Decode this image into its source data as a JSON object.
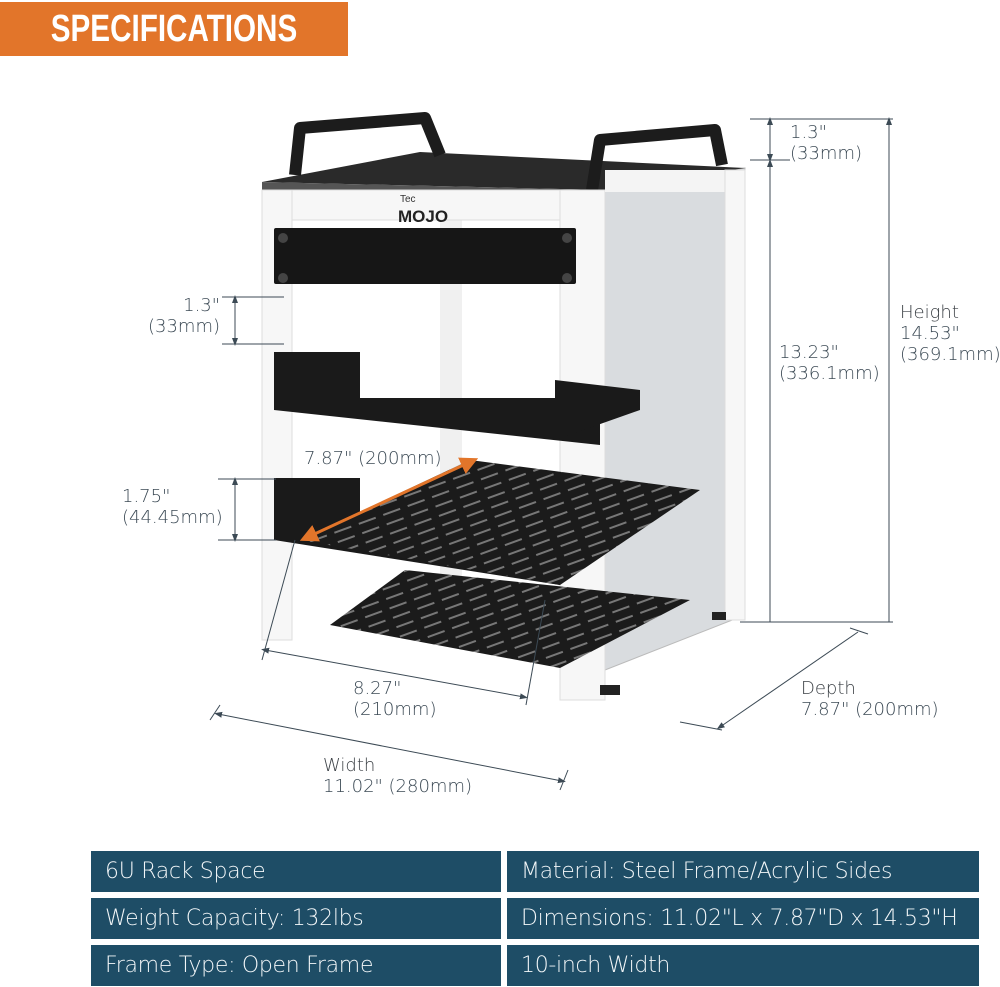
{
  "banner": {
    "title": "SPECIFICATIONS",
    "color": "#e2752a"
  },
  "product": {
    "brand_small": "Tec",
    "brand_large": "MOJO"
  },
  "dimensions": {
    "top_handle": {
      "inch": "1.3\"",
      "mm": "(33mm)"
    },
    "body_height": {
      "inch": "13.23\"",
      "mm": "(336.1mm)"
    },
    "height": {
      "label": "Height",
      "inch": "14.53\"",
      "mm": "(369.1mm)"
    },
    "unit_1u_small": {
      "inch": "1.3\"",
      "mm": "(33mm)"
    },
    "unit_1u": {
      "inch": "1.75\"",
      "mm": "(44.45mm)"
    },
    "shelf_depth": {
      "value": "7.87\" (200mm)",
      "color": "#e2752a"
    },
    "inner_width": {
      "inch": "8.27\"",
      "mm": "(210mm)"
    },
    "width": {
      "label": "Width",
      "value": "11.02\" (280mm)"
    },
    "depth": {
      "label": "Depth",
      "value": "7.87\" (200mm)"
    }
  },
  "specs": {
    "color": "#1e4d66",
    "rows": [
      {
        "left": "6U Rack Space",
        "right": "Material: Steel Frame/Acrylic Sides"
      },
      {
        "left": "Weight Capacity: 132lbs",
        "right": "Dimensions: 11.02\"L x 7.87\"D x 14.53\"H"
      },
      {
        "left": "Frame Type: Open Frame",
        "right": "10-inch Width"
      }
    ]
  }
}
